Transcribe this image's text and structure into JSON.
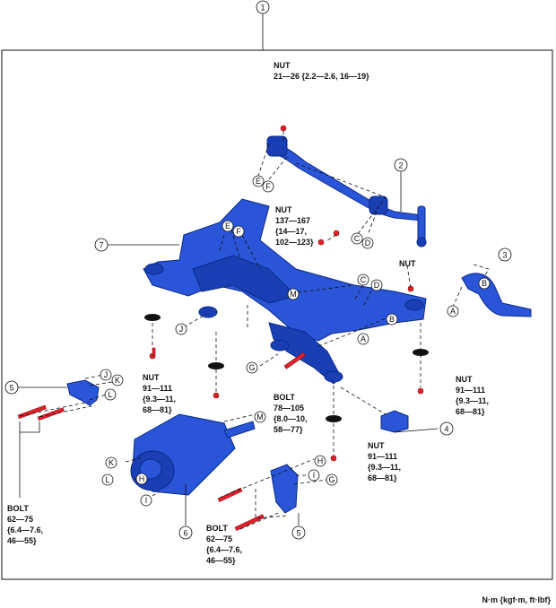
{
  "unit_note": "N·m {kgf·m, ft·lbf}",
  "callouts": {
    "c1": "1",
    "c2": "2",
    "c3": "3",
    "c4": "4",
    "c5a": "5",
    "c5b": "5",
    "c6": "6",
    "c7": "7",
    "A1": "A",
    "A2": "A",
    "B1": "B",
    "B2": "B",
    "C1": "C",
    "C2": "C",
    "D1": "D",
    "D2": "D",
    "E1": "E",
    "E2": "E",
    "F1": "F",
    "F2": "F",
    "G1": "G",
    "G2": "G",
    "H1": "H",
    "H2": "H",
    "I1": "I",
    "I2": "I",
    "J1": "J",
    "J2": "J",
    "K1": "K",
    "K2": "K",
    "L1": "L",
    "L2": "L",
    "M1": "M",
    "M2": "M"
  },
  "torque_labels": {
    "nut_top": [
      "NUT",
      "21—26 {2.2—2.6, 16—19}"
    ],
    "nut_mid": [
      "NUT",
      "137—167",
      "{14—17,",
      "102—123}"
    ],
    "nut_right_top": [
      "NUT"
    ],
    "nut_left": [
      "NUT",
      "91—111",
      "{9.3—11,",
      "68—81}"
    ],
    "nut_right": [
      "NUT",
      "91—111",
      "{9.3—11,",
      "68—81}"
    ],
    "bolt_center": [
      "BOLT",
      "78—105",
      "{8.0—10,",
      "58—77}"
    ],
    "nut_center_low": [
      "NUT",
      "91—111",
      "{9.3—11,",
      "68—81}"
    ],
    "bolt_left": [
      "BOLT",
      "62—75",
      "{6.4—7.6,",
      "46—55}"
    ],
    "bolt_bottom": [
      "BOLT",
      "62—75",
      "{6.4—7.6,",
      "46—55}"
    ]
  },
  "colors": {
    "part": "#2a55d8",
    "part_dark": "#1a3fb5",
    "fastener": "#e2202a"
  }
}
